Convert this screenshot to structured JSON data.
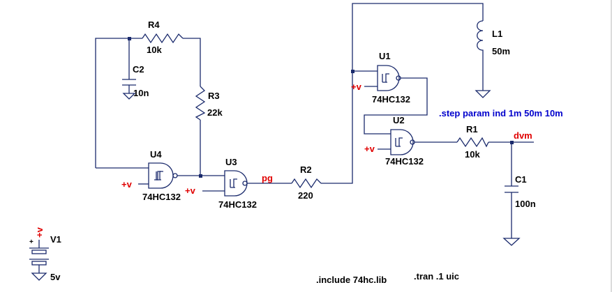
{
  "colors": {
    "wire": "#1a2a6c",
    "label": "#000000",
    "net_label": "#e00000",
    "directive_blue": "#0000cc",
    "background": "#ffffff"
  },
  "components": {
    "r4": {
      "name": "R4",
      "value": "10k"
    },
    "c2": {
      "name": "C2",
      "value": "10n"
    },
    "r3": {
      "name": "R3",
      "value": "22k"
    },
    "u4": {
      "name": "U4",
      "model": "74HC132"
    },
    "u3": {
      "name": "U3",
      "model": "74HC132"
    },
    "r2": {
      "name": "R2",
      "value": "220"
    },
    "u1": {
      "name": "U1",
      "model": "74HC132"
    },
    "u2": {
      "name": "U2",
      "model": "74HC132"
    },
    "l1": {
      "name": "L1",
      "value": "50m"
    },
    "r1": {
      "name": "R1",
      "value": "10k"
    },
    "c1": {
      "name": "C1",
      "value": "100n"
    },
    "v1": {
      "name": "V1",
      "value": "5v"
    }
  },
  "nets": {
    "supply": "+v",
    "pg": "pg",
    "dvm": "dvm"
  },
  "directives": {
    "step": ".step param ind 1m 50m 10m",
    "include": ".include 74hc.lib",
    "tran": ".tran .1 uic"
  }
}
